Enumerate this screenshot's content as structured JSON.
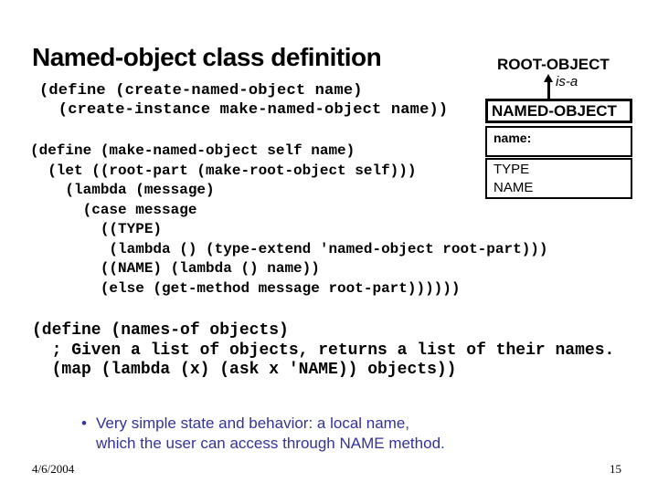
{
  "slide": {
    "title": "Named-object class definition",
    "code_blocks": [
      {
        "lines": [
          "(define (create-named-object name)",
          "  (create-instance make-named-object name))"
        ]
      },
      {
        "lines": [
          "(define (make-named-object self name)",
          "  (let ((root-part (make-root-object self)))",
          "    (lambda (message)",
          "      (case message",
          "        ((TYPE)",
          "         (lambda () (type-extend 'named-object root-part)))",
          "        ((NAME) (lambda () name))",
          "        (else (get-method message root-part))))))"
        ]
      },
      {
        "lines": [
          "(define (names-of objects)",
          "  ; Given a list of objects, returns a list of their names.",
          "  (map (lambda (x) (ask x 'NAME)) objects))"
        ]
      }
    ],
    "diagram": {
      "superclass_label": "ROOT-OBJECT",
      "relation_label": "is-a",
      "class_title": "NAMED-OBJECT",
      "state_slot": "name:",
      "methods": [
        "TYPE",
        "NAME"
      ]
    },
    "bullet": {
      "marker": "•",
      "lines": [
        "Very simple state and behavior: a local name,",
        "which the user can access through NAME method."
      ]
    },
    "footer": {
      "date": "4/6/2004",
      "page_number": "15"
    },
    "colors": {
      "background": "#FFFFFF",
      "text": "#000000",
      "bullet_text": "#333399"
    }
  }
}
